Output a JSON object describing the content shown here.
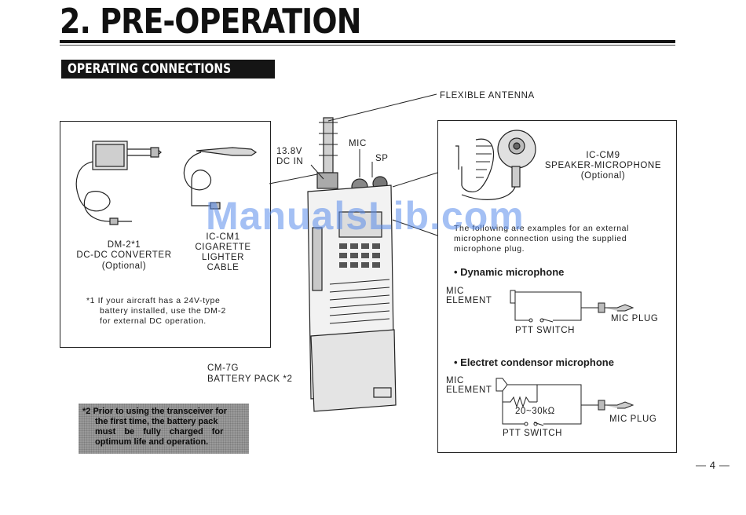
{
  "page": {
    "title": "2. PRE-OPERATION",
    "section_title": "OPERATING CONNECTIONS",
    "page_number": "— 4 —"
  },
  "labels": {
    "flexible_antenna": "FLEXIBLE ANTENNA",
    "dc_in_line1": "13.8V",
    "dc_in_line2": "DC IN",
    "mic": "MIC",
    "sp": "SP",
    "battery_line1": "CM-7G",
    "battery_line2": "BATTERY PACK  *2"
  },
  "left_panel": {
    "dm2_line1": "DM-2*1",
    "dm2_line2": "DC-DC CONVERTER",
    "dm2_line3": "(Optional)",
    "iccm1_line1": "IC-CM1",
    "iccm1_line2": "CIGARETTE",
    "iccm1_line3": "LIGHTER",
    "iccm1_line4": "CABLE",
    "footnote_line1": "*1 If your aircraft has a 24V-type",
    "footnote_line2": "battery installed, use the DM-2",
    "footnote_line3": "for external DC operation."
  },
  "note": {
    "line1": "*2 Prior to using the transceiver for",
    "line2": "the first time, the battery pack",
    "line3": "must be fully charged for",
    "line4": "optimum life and operation."
  },
  "right_panel": {
    "iccm9_line1": "IC-CM9",
    "iccm9_line2": "SPEAKER-MICROPHONE",
    "iccm9_line3": "(Optional)",
    "intro_line1": "The following are examples for an external",
    "intro_line2": "microphone connection using the supplied",
    "intro_line3": "microphone plug.",
    "dynamic_heading": "• Dynamic microphone",
    "electret_heading": "• Electret condensor microphone",
    "mic_element_line1": "MIC",
    "mic_element_line2": "ELEMENT",
    "mic_plug": "MIC PLUG",
    "ptt_switch": "PTT SWITCH",
    "resistor": "20~30kΩ"
  },
  "watermark": "ManualsLib.com"
}
